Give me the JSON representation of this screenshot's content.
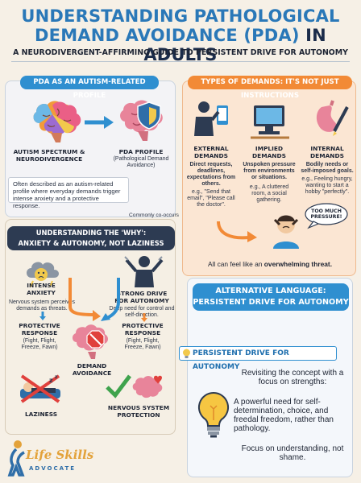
{
  "header": {
    "title_line1": "UNDERSTANDING PATHOLOGICAL",
    "title_line2a": "DEMAND AVOIDANCE (PDA)",
    "title_line2b": " IN ADULTS",
    "subtitle": "A NEURODIVERGENT-AFFIRMING GUIDE TO PERSISTENT DRIVE FOR AUTONOMY"
  },
  "profile": {
    "header": "PDA AS AN AUTISM-RELATED PROFILE",
    "left_label": "AUTISM SPECTRUM & NEURODIVERGENCE",
    "right_label": "PDA PROFILE",
    "right_sub": "(Pathological Demand Avoidance)",
    "note": "Often described as an autism-related profile where everyday demands trigger intense anxiety and a protective response.",
    "note2": "Commonly co-occurs with ADHD traits."
  },
  "types": {
    "header": "TYPES OF DEMANDS: IT'S NOT JUST INSTRUCTIONS",
    "external_title": "EXTERNAL DEMANDS",
    "external_desc": "Direct requests, deadlines, expectations from others.",
    "external_eg": "e.g., \"Send that email\", \"Please call the doctor\".",
    "implied_title": "IMPLIED DEMANDS",
    "implied_desc": "Unspoken pressure from environments or situations.",
    "implied_eg": "e.g., A cluttered room, a social gathering.",
    "internal_title": "INTERNAL DEMANDS",
    "internal_desc": "Bodily needs or self-imposed goals.",
    "internal_eg": "e.g., Feeling hungry, wanting to start a hobby \"perfectly\".",
    "pressure": "TOO MUCH PRESSURE!",
    "threat_pre": "All can feel like an ",
    "threat_bold": "overwhelming threat."
  },
  "why": {
    "header_line1": "UNDERSTANDING THE 'WHY':",
    "header_line2": "ANXIETY & AUTONOMY, NOT LAZINESS",
    "anxiety_title": "INTENSE ANXIETY",
    "anxiety_desc": "Nervous system perceives demands as threats.",
    "drive_title": "STRONG DRIVE FOR AUTONOMY",
    "drive_desc": "Deep need for control and self-direction.",
    "resp_title": "PROTECTIVE RESPONSE",
    "resp_desc": "(Fight, Flight, Freeze, Fawn)",
    "avoid": "DEMAND AVOIDANCE",
    "laziness": "LAZINESS",
    "protection": "NERVOUS SYSTEM PROTECTION"
  },
  "alt": {
    "header_line1": "ALTERNATIVE LANGUAGE:",
    "header_line2": "PERSISTENT DRIVE FOR AUTONOMY",
    "bubble": "PERSISTENT DRIVE FOR AUTONOMY",
    "p1": "Revisiting the concept with a focus on strengths:",
    "p2": "A powerful need for self-determination, choice, and freedal freedom, rather than pathology.",
    "p3": "Focus on understanding, not shame."
  },
  "logo": {
    "name": "Life Skills",
    "sub": "ADVOCATE"
  },
  "colors": {
    "blue": "#2f8fd0",
    "orange": "#f28a36",
    "navy": "#2d3b52",
    "cream": "#f6f0e6"
  }
}
